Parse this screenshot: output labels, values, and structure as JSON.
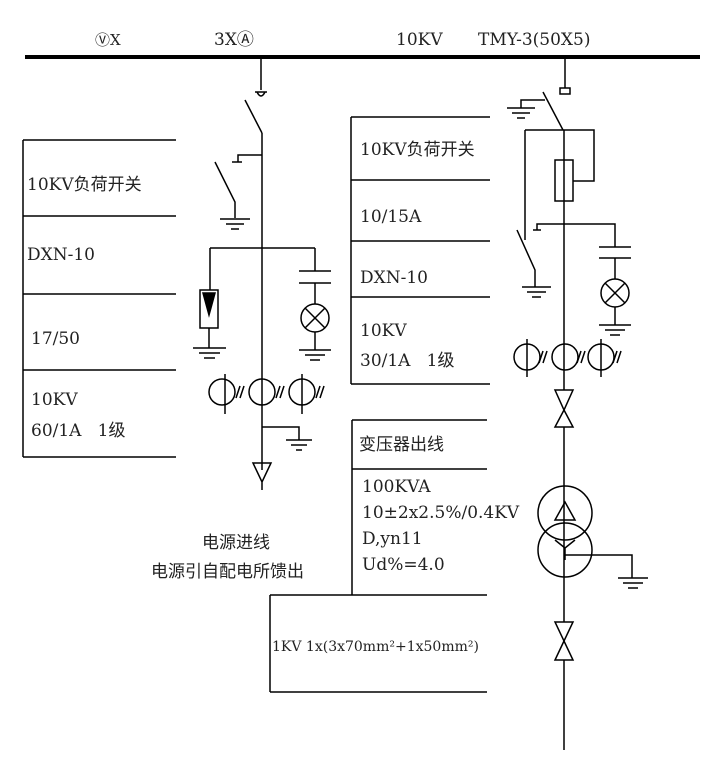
{
  "header": {
    "meter_symbols": "ⓋⅩ",
    "ammeter": "3XⒶ",
    "voltage": "10KV",
    "busbar": "TMY-3(50X5)"
  },
  "left_table": {
    "rows": [
      "10KV负荷开关",
      "DXN-10",
      "17/50",
      "10KV",
      "60/1A   1级"
    ]
  },
  "left_caption": {
    "line1": "电源进线",
    "line2": "电源引自配电所馈出"
  },
  "right_table": {
    "rows": [
      "10KV负荷开关",
      "10/15A",
      "DXN-10",
      "10KV",
      "30/1A   1级"
    ]
  },
  "transformer_table": {
    "title": "变压器出线",
    "lines": [
      "100KVA",
      "10±2x2.5%/0.4KV",
      "D,yn11",
      "Ud%=4.0"
    ]
  },
  "cable": {
    "label": "1KV 1x(3x70mm²+1x50mm²)"
  },
  "colors": {
    "line": "#000000",
    "text": "#222222"
  }
}
